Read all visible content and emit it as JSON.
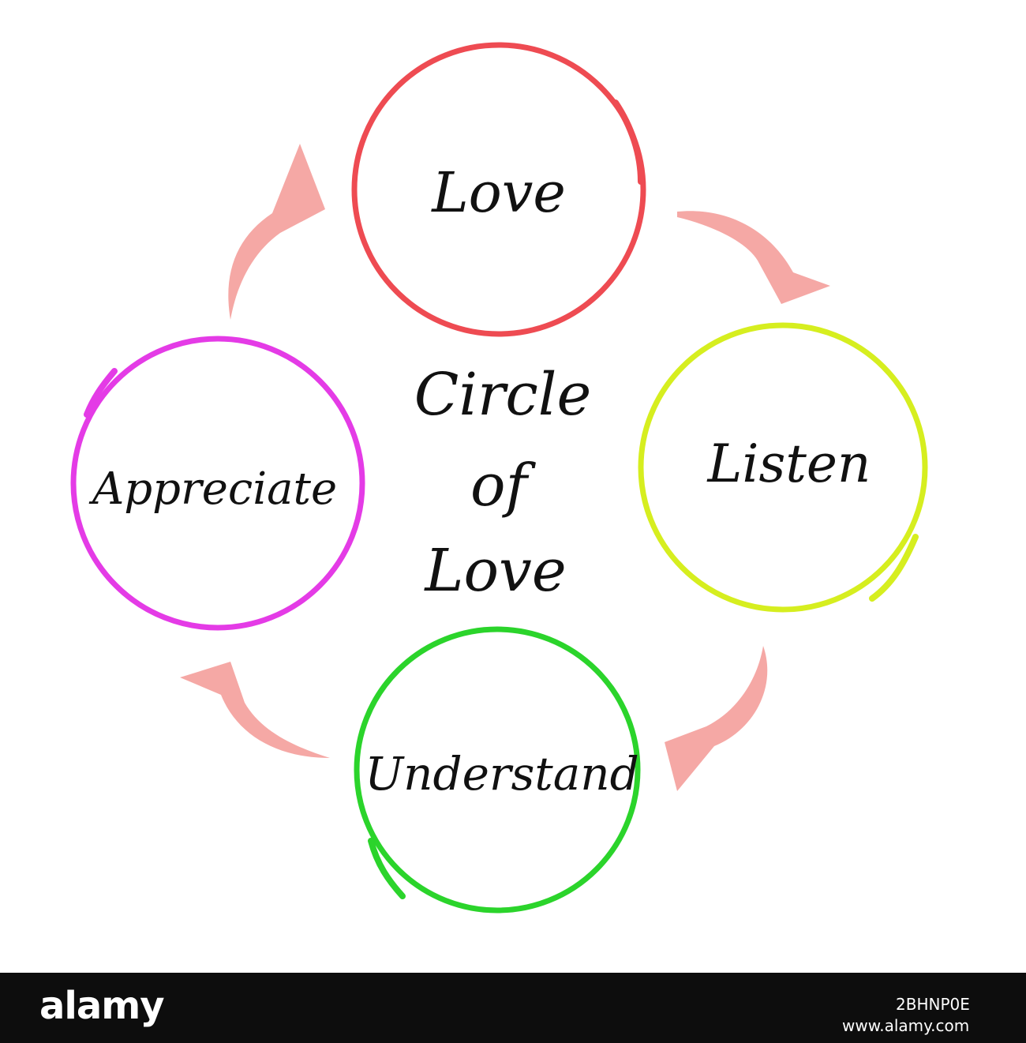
{
  "diagram": {
    "center_lines": [
      "Circle",
      "of",
      "Love"
    ],
    "nodes": [
      {
        "label": "Love",
        "color": "#ee4b52"
      },
      {
        "label": "Listen",
        "color": "#d6ee1f"
      },
      {
        "label": "Understand",
        "color": "#2bd42b"
      },
      {
        "label": "Appreciate",
        "color": "#e43be6"
      }
    ],
    "arrow_color": "#f4a3a0"
  },
  "footer": {
    "logo": "alamy",
    "image_id": "2BHNP0E",
    "url": "www.alamy.com"
  }
}
